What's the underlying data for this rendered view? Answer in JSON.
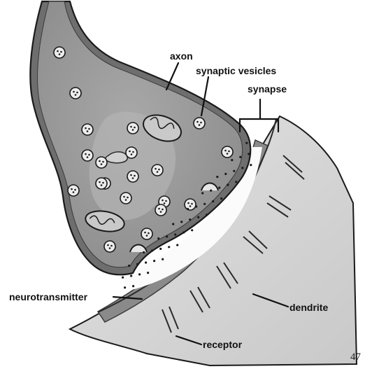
{
  "labels": {
    "axon": "axon",
    "synaptic_vesicles": "synaptic vesicles",
    "synapse": "synapse",
    "neurotransmitter": "neurotransmitter",
    "dendrite": "dendrite",
    "receptor": "receptor"
  },
  "page_number": "47",
  "colors": {
    "axon_membrane": "#6e6e6e",
    "axon_cytoplasm": "#9a9a9a",
    "axon_inner_light": "#d9d9d9",
    "dendrite_fill": "#d6d6d6",
    "dendrite_dark_band": "#8a8a8a",
    "cleft": "#fbfbfb",
    "outline": "#1a1a1a"
  }
}
